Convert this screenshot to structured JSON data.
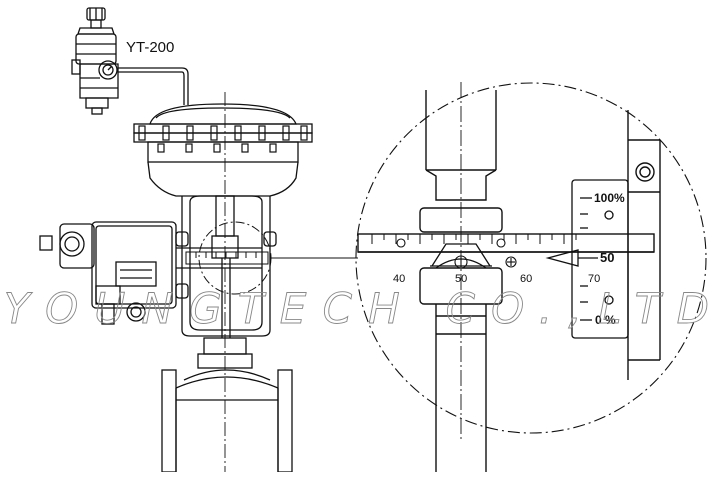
{
  "drawing": {
    "regulator_label": "YT-200",
    "position_scale": {
      "ticks": [
        "40",
        "50",
        "60",
        "70"
      ],
      "pointer_value": "50"
    },
    "stroke_scale": {
      "top": "100%",
      "mid": "50",
      "bottom": "0 %"
    },
    "watermark": "YOUNGTECH CO.,LTD"
  }
}
